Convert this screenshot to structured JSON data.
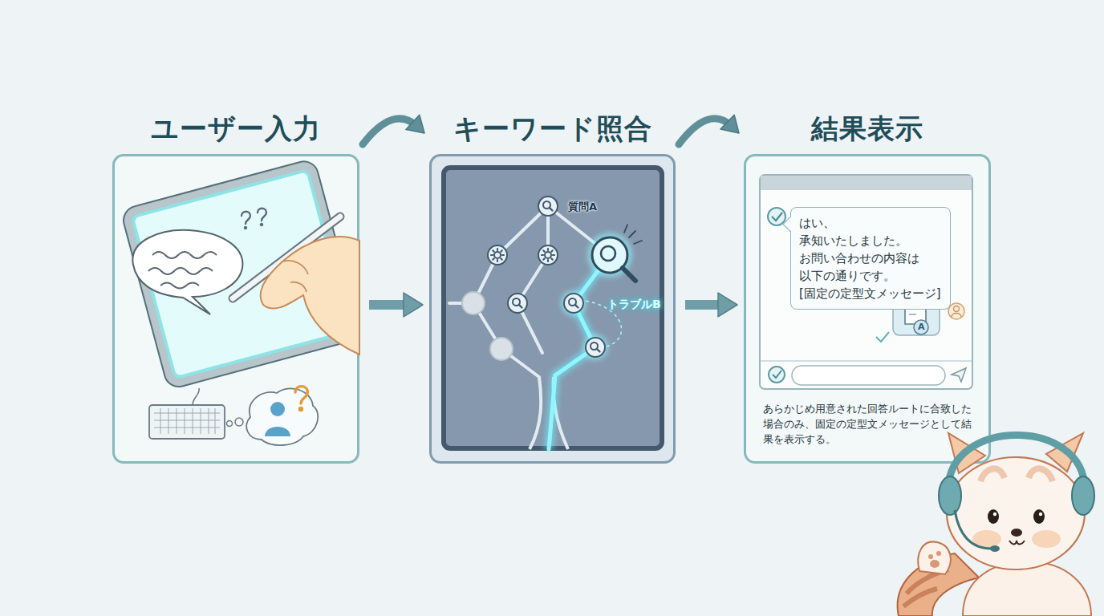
{
  "diagram": {
    "nodes": [
      {
        "text": [
          "ユーザー入力"
        ]
      },
      {
        "text": [
          "キーワード照合"
        ]
      },
      {
        "text": [
          "結果表示",
          "あらかじめ用意された回答ルートに合致した場合のみ、固定の定型文メッセージとして結果を表示する。"
        ]
      },
      {
        "text": [
          "はい、承知いたしました。 お問い合わせの内容は 以下の通りです。 [固定の定型文メッセージ]"
        ],
        "in": 2
      }
    ],
    "edges": [
      {
        "from": 0,
        "to": 1,
        "arrow": "to"
      },
      {
        "from": 1,
        "to": 2,
        "arrow": "to"
      },
      {
        "from": 0,
        "to": 1,
        "arrow": "to"
      },
      {
        "from": 1,
        "to": 2,
        "arrow": "to"
      }
    ],
    "labels": [
      "質問A",
      "トラブルB",
      "A"
    ]
  }
}
